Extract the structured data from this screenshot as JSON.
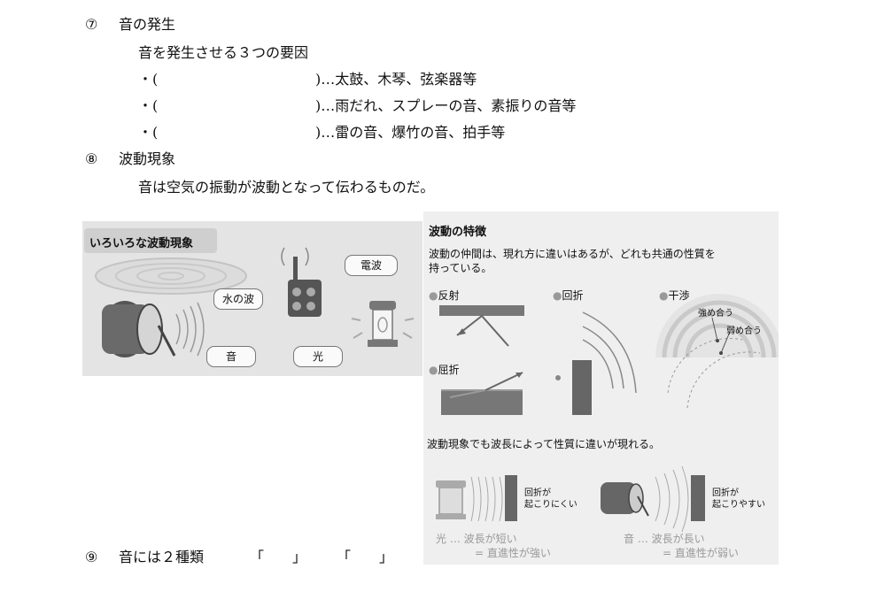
{
  "section7": {
    "number": "⑦",
    "title": "音の発生",
    "intro": "音を発生させる３つの要因",
    "factors": [
      {
        "bullet": "・(",
        "blank": "",
        "close": ")…",
        "examples": "太鼓、木琴、弦楽器等"
      },
      {
        "bullet": "・(",
        "blank": "",
        "close": ")…",
        "examples": "雨だれ、スプレーの音、素振りの音等"
      },
      {
        "bullet": "・(",
        "blank": "",
        "close": ")…",
        "examples": "雷の音、爆竹の音、拍手等"
      }
    ]
  },
  "section8": {
    "number": "⑧",
    "title": "波動現象",
    "body": "音は空気の振動が波動となって伝わるものだ。"
  },
  "section9": {
    "number": "⑨",
    "text": "音には２種類",
    "quote1": "「　　」",
    "quote2": "「　　」"
  },
  "left_figure": {
    "title": "いろいろな波動現象",
    "labels": {
      "water": "水の波",
      "radio": "電波",
      "sound": "音",
      "light": "光"
    }
  },
  "right_figure": {
    "title": "波動の特徴",
    "intro_line1": "波動の仲間は、現れ方に違いはあるが、どれも共通の性質を",
    "intro_line2": "持っている。",
    "reflection": "反射",
    "diffraction": "回折",
    "interference": "干渉",
    "strengthen": "強め合う",
    "weaken": "弱め合う",
    "refraction": "屈折",
    "wavelength_note": "波動現象でも波長によって性質に違いが現れる。",
    "light_case": {
      "note_line1": "回折が",
      "note_line2": "起こりにくい",
      "caption1": "光 … 波長が短い",
      "caption2": "= 直進性が強い"
    },
    "sound_case": {
      "note_line1": "回折が",
      "note_line2": "起こりやすい",
      "caption1": "音 … 波長が長い",
      "caption2": "= 直進性が弱い"
    }
  }
}
